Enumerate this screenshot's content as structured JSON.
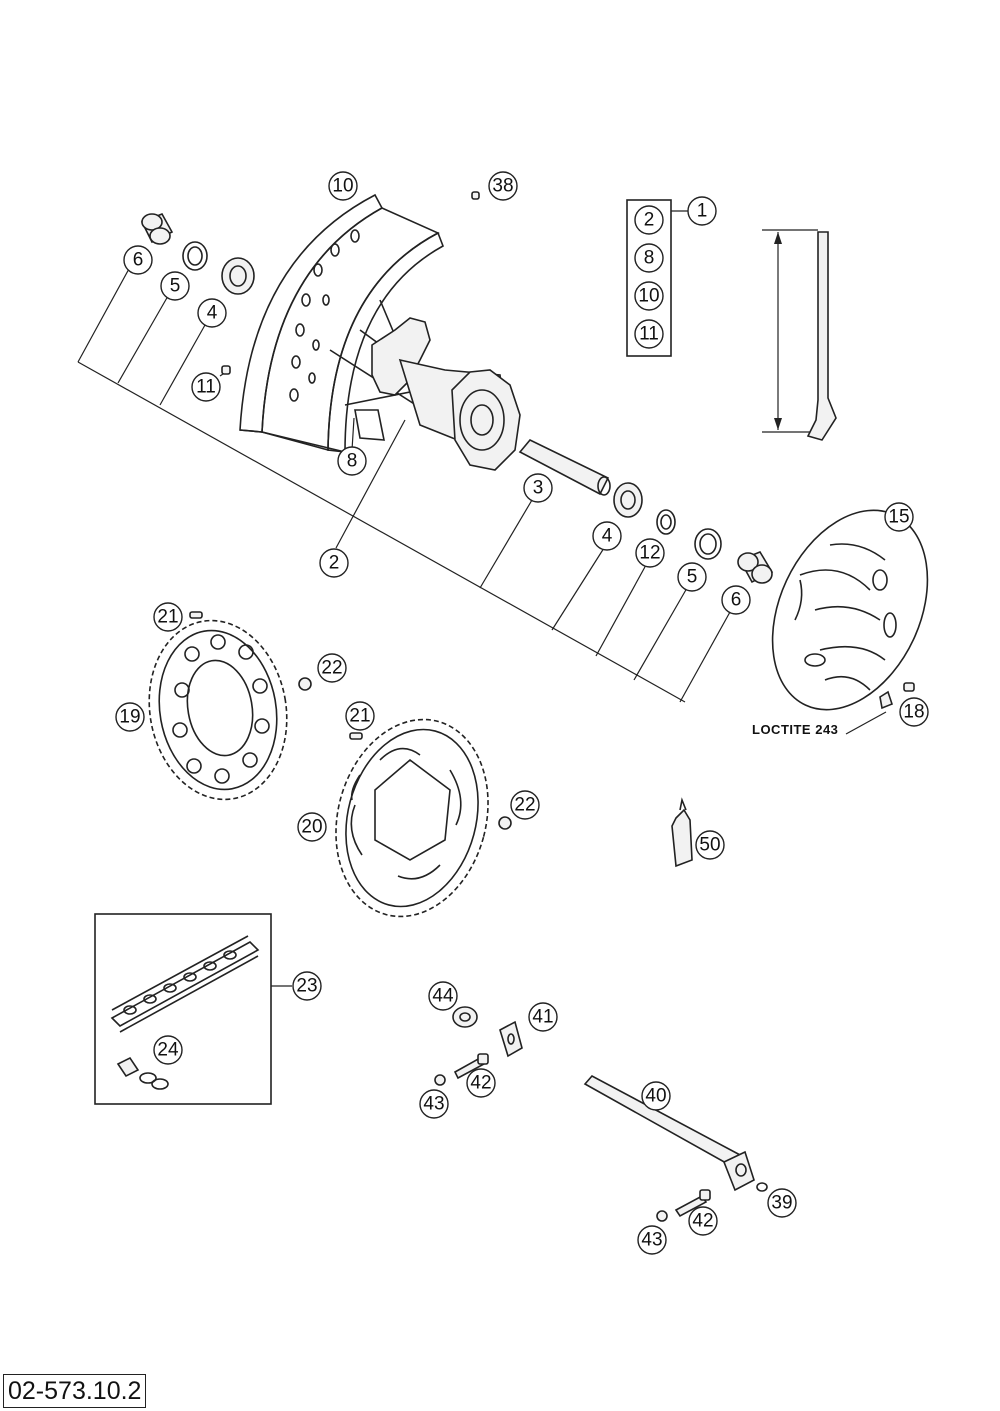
{
  "drawing_number": "02-573.10.2",
  "loctite_label": "LOCTITE 243",
  "kit_box_items": [
    "2",
    "8",
    "10",
    "11"
  ],
  "callouts": {
    "c10": "10",
    "c38": "38",
    "c1": "1",
    "c6a": "6",
    "c5a": "5",
    "c4a": "4",
    "c11": "11",
    "c8": "8",
    "c2": "2",
    "c3": "3",
    "c4b": "4",
    "c12": "12",
    "c5b": "5",
    "c6b": "6",
    "c15": "15",
    "c18": "18",
    "c21a": "21",
    "c22a": "22",
    "c19": "19",
    "c21b": "21",
    "c22b": "22",
    "c20": "20",
    "c50": "50",
    "c23": "23",
    "c24": "24",
    "c44": "44",
    "c41": "41",
    "c42a": "42",
    "c43a": "43",
    "c40": "40",
    "c39": "39",
    "c42b": "42",
    "c43b": "43"
  }
}
